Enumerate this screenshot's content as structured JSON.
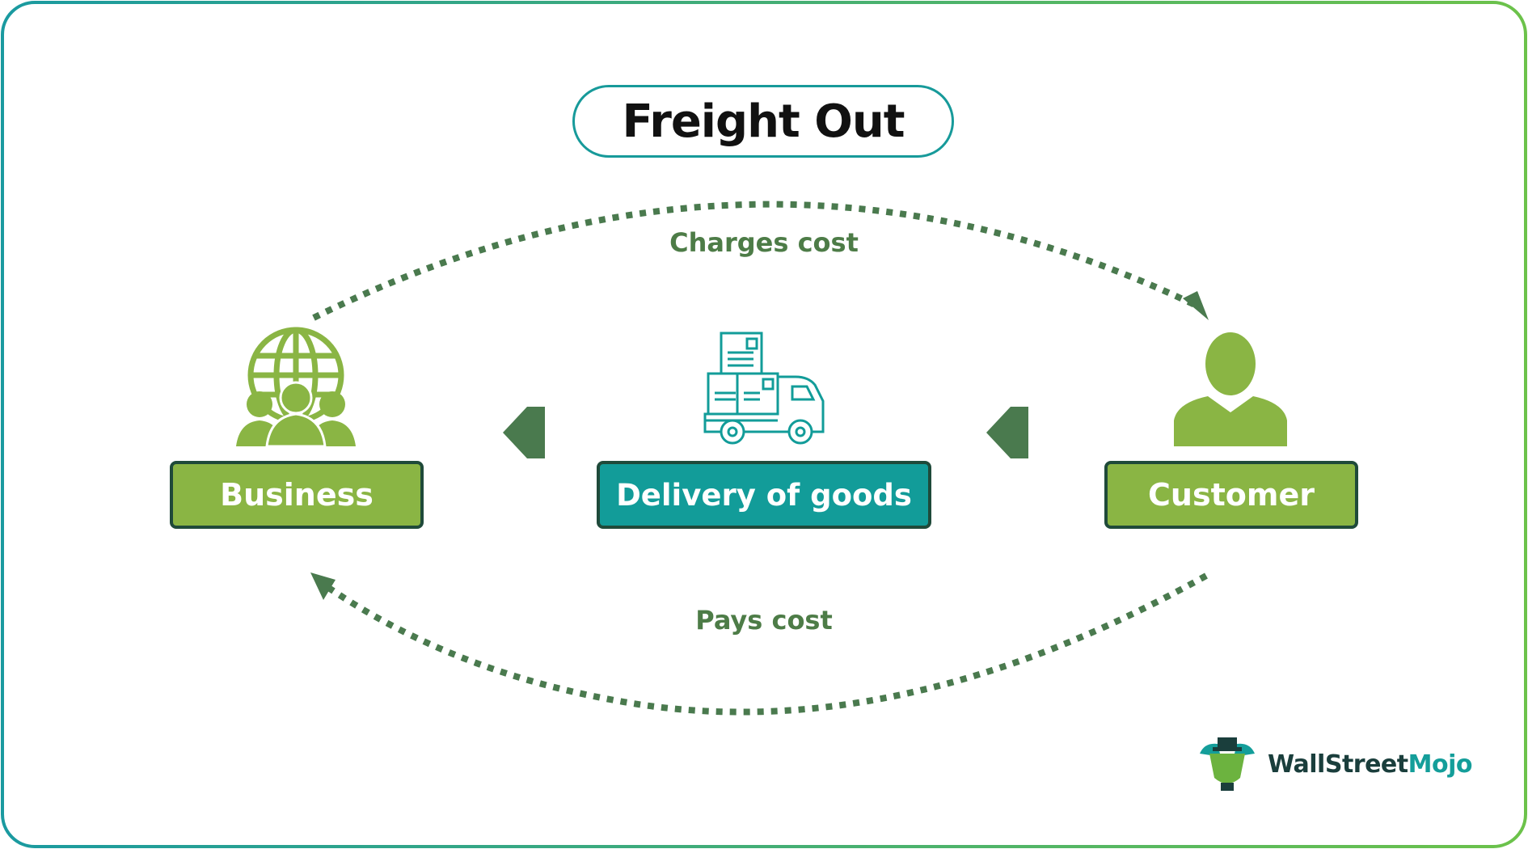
{
  "title": "Freight Out",
  "nodes": {
    "business": "Business",
    "delivery": "Delivery of goods",
    "customer": "Customer"
  },
  "flows": {
    "charges": "Charges cost",
    "pays": "Pays cost"
  },
  "brand": {
    "name_part1": "WallStreet",
    "name_part2": "Mojo"
  },
  "colors": {
    "green": "#8ab544",
    "teal": "#129c99",
    "dark_green": "#4a7a4e",
    "border_dark": "#1f4a3a"
  },
  "icons": {
    "business": "globe-people-icon",
    "delivery": "delivery-truck-icon",
    "customer": "person-icon",
    "logo": "bull-mascot-icon"
  }
}
